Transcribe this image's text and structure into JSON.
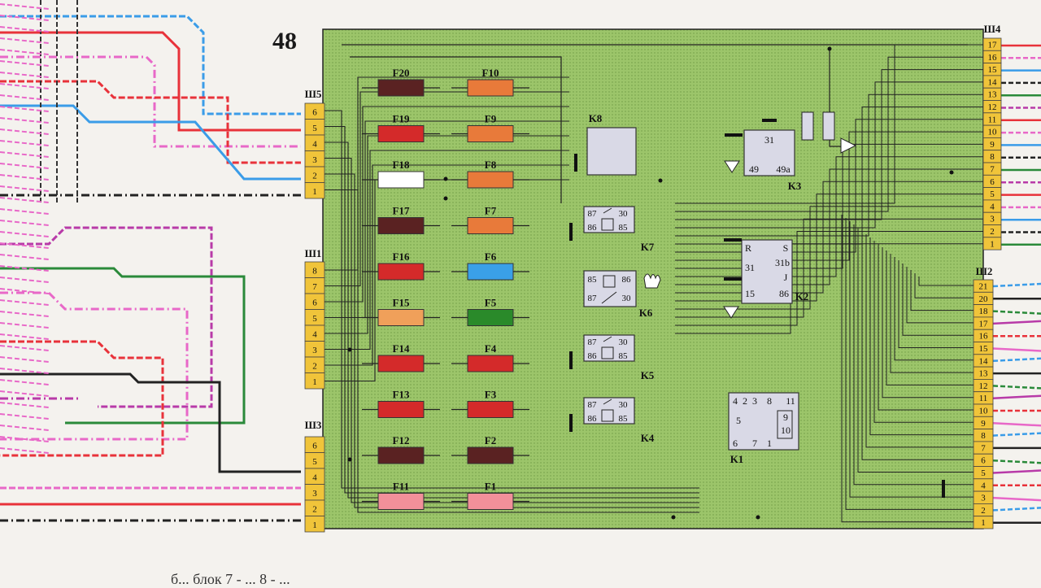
{
  "figure_number": "48",
  "caption": "б... блок 7 - ... 8 - ...",
  "connectors": {
    "sh5": {
      "label": "Ш5",
      "pins": [
        "6",
        "5",
        "4",
        "3",
        "2",
        "1"
      ]
    },
    "sh1": {
      "label": "Ш1",
      "pins": [
        "8",
        "7",
        "6",
        "5",
        "4",
        "3",
        "2",
        "1"
      ]
    },
    "sh3": {
      "label": "Ш3",
      "pins": [
        "6",
        "5",
        "4",
        "3",
        "2",
        "1"
      ]
    },
    "sh4": {
      "label": "Ш4",
      "pins": [
        "17",
        "16",
        "15",
        "14",
        "13",
        "12",
        "11",
        "10",
        "9",
        "8",
        "7",
        "6",
        "5",
        "4",
        "3",
        "2",
        "1"
      ]
    },
    "sh2": {
      "label": "Ш2",
      "pins": [
        "21",
        "20",
        "18",
        "17",
        "16",
        "15",
        "14",
        "13",
        "12",
        "11",
        "10",
        "9",
        "8",
        "7",
        "6",
        "5",
        "4",
        "3",
        "2",
        "1"
      ]
    }
  },
  "fuses": [
    {
      "label": "F20",
      "color": "#5a2222"
    },
    {
      "label": "F10",
      "color": "#e87a3a"
    },
    {
      "label": "F19",
      "color": "#d42a2a"
    },
    {
      "label": "F9",
      "color": "#e87a3a"
    },
    {
      "label": "F18",
      "color": "#ffffff"
    },
    {
      "label": "F8",
      "color": "#e87a3a"
    },
    {
      "label": "F17",
      "color": "#5a2222"
    },
    {
      "label": "F7",
      "color": "#e87a3a"
    },
    {
      "label": "F16",
      "color": "#d42a2a"
    },
    {
      "label": "F6",
      "color": "#3aa0e8"
    },
    {
      "label": "F15",
      "color": "#f0a05a"
    },
    {
      "label": "F5",
      "color": "#2a8a2a"
    },
    {
      "label": "F14",
      "color": "#d42a2a"
    },
    {
      "label": "F4",
      "color": "#d42a2a"
    },
    {
      "label": "F13",
      "color": "#d42a2a"
    },
    {
      "label": "F3",
      "color": "#d42a2a"
    },
    {
      "label": "F12",
      "color": "#5a2222"
    },
    {
      "label": "F2",
      "color": "#5a2222"
    },
    {
      "label": "F11",
      "color": "#f2909a"
    },
    {
      "label": "F1",
      "color": "#f2909a"
    }
  ],
  "relays": {
    "k8": {
      "label": "K8"
    },
    "k7": {
      "label": "K7",
      "terms": [
        "87",
        "30",
        "86",
        "85"
      ]
    },
    "k6": {
      "label": "K6",
      "terms": [
        "85",
        "86",
        "87",
        "30"
      ]
    },
    "k5": {
      "label": "K5",
      "terms": [
        "87",
        "30",
        "86",
        "85"
      ]
    },
    "k4": {
      "label": "K4",
      "terms": [
        "87",
        "30",
        "86",
        "85"
      ]
    },
    "k3": {
      "label": "K3",
      "terms": [
        "31",
        "49",
        "49a"
      ]
    },
    "k2": {
      "label": "K2",
      "terms": [
        "R",
        "S",
        "31",
        "31b",
        "J",
        "15",
        "86"
      ]
    },
    "k1": {
      "label": "K1",
      "terms": [
        "4",
        "2",
        "3",
        "8",
        "11",
        "5",
        "9",
        "10",
        "6",
        "7",
        "1"
      ]
    }
  },
  "colors": {
    "board": "#9cc56a",
    "connector": "#f0c43a",
    "wire_red": "#e8323a",
    "wire_blue": "#3a9ce8",
    "wire_pink": "#e868c8",
    "wire_green": "#2a8a3a",
    "wire_black": "#222222",
    "wire_magenta": "#b83aa8"
  }
}
